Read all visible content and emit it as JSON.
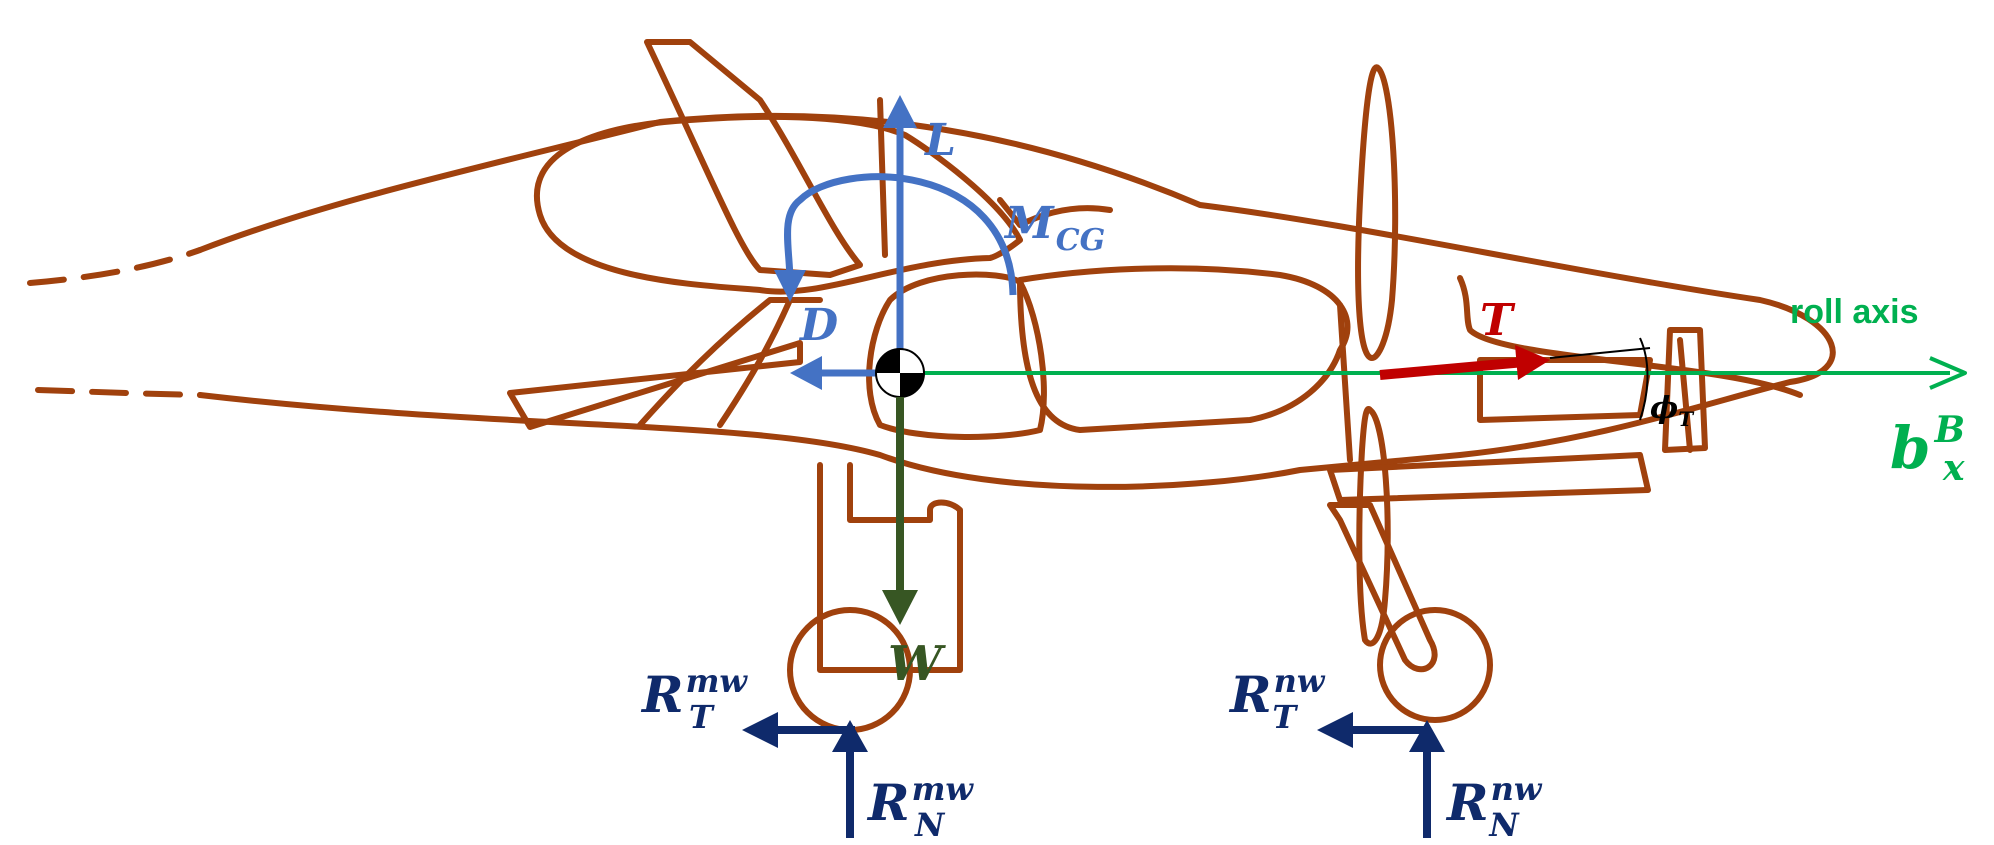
{
  "colors": {
    "outline": "#A0410D",
    "aero": "#4472C4",
    "weight": "#375623",
    "thrust": "#C00000",
    "axis": "#00B050",
    "reaction": "#0F2A6B",
    "angle": "#000000"
  },
  "labels": {
    "lift": "L",
    "drag": "D",
    "moment_main": "M",
    "moment_sub": "CG",
    "weight": "W",
    "thrust": "T",
    "roll_axis": "roll axis",
    "body_axis_main": "b",
    "body_axis_sup": "B",
    "body_axis_sub": "x",
    "thrust_angle_main": "ϕ",
    "thrust_angle_sub": "T",
    "rt_main": "R",
    "rt_mw_sup": "mw",
    "rt_mw_sub": "T",
    "rn_main": "R",
    "rn_mw_sup": "mw",
    "rn_mw_sub": "N",
    "rt_nw_sup": "nw",
    "rt_nw_sub": "T",
    "rn_nw_sup": "nw",
    "rn_nw_sub": "N"
  }
}
